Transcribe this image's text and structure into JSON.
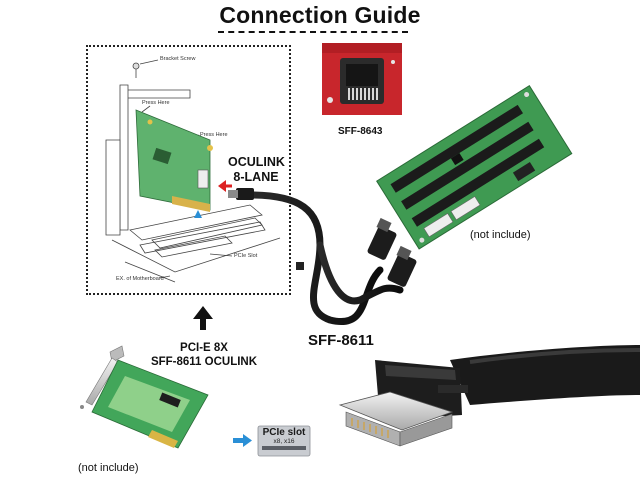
{
  "title": "Connection Guide",
  "labels": {
    "bracket_screw": "Bracket Screw",
    "press_here_top": "Press Here",
    "press_here_side": "Press Here",
    "pcie_slot_small": "PCIe Slot",
    "motherboard": "EX. of Motherboard",
    "oculink": [
      "OCULINK",
      "8-LANE"
    ],
    "sff8643": "SFF-8643",
    "not_include_right": "(not include)",
    "sff8611": "SFF-8611",
    "pcie_8x": [
      "PCI-E 8X",
      "SFF-8611 OCULINK"
    ],
    "not_include_bottom": "(not include)",
    "pcie_slot_badge": "PCIe slot",
    "pcie_slot_sub": "x8, x16"
  },
  "colors": {
    "pcb_green": "#3f9a52",
    "pcb_light": "#8fd08a",
    "red_board": "#c8262c",
    "cable": "#151515",
    "arrow_blue": "#2a8fd6",
    "badge_bg": "#c9ccd1"
  }
}
